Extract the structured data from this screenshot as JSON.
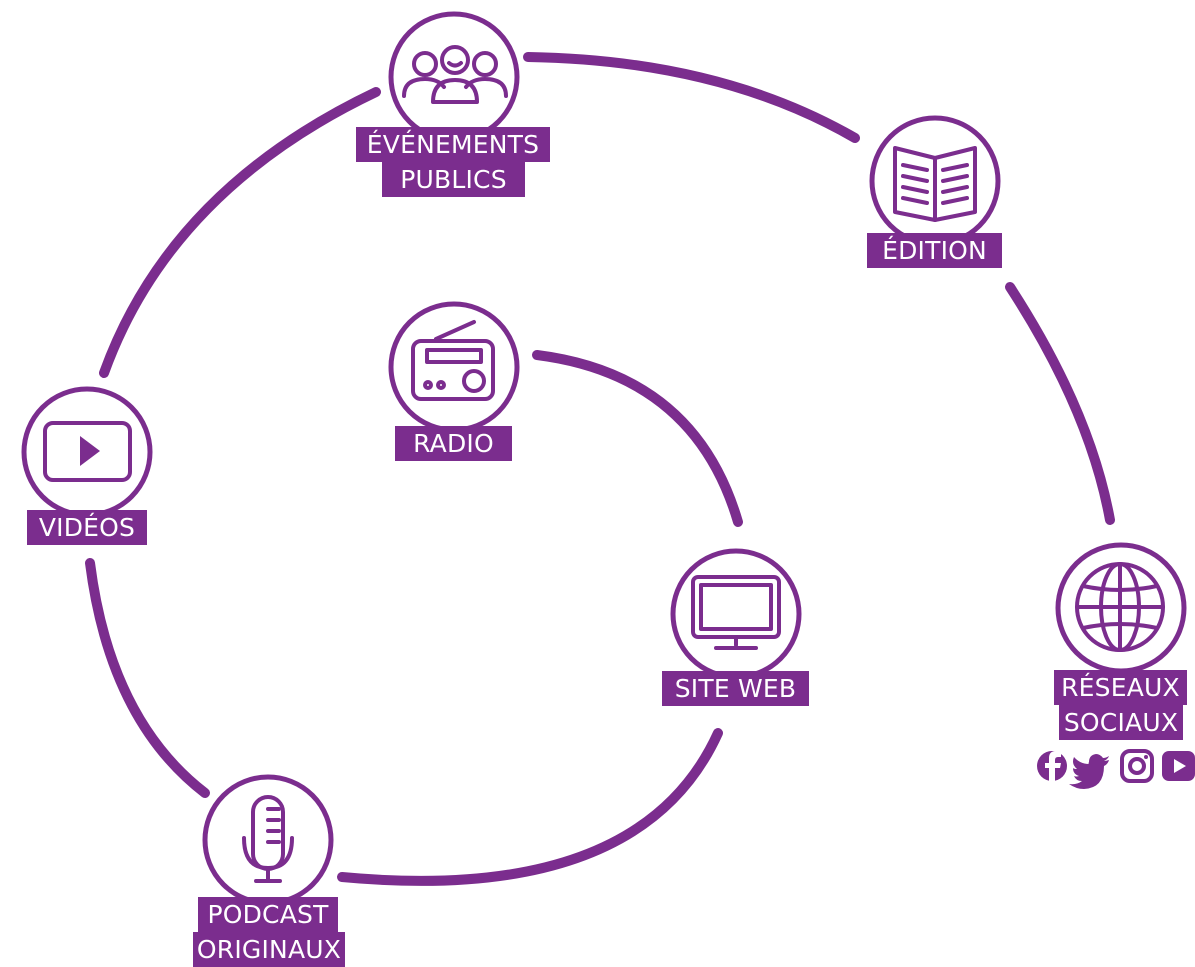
{
  "colors": {
    "accent": "#7b2d8e",
    "label_text": "#ffffff",
    "background": "#ffffff"
  },
  "nodes": [
    {
      "id": "evenements",
      "icon": "people-group-icon",
      "lines": [
        "ÉVÉNEMENTS",
        "PUBLICS"
      ]
    },
    {
      "id": "edition",
      "icon": "open-book-icon",
      "lines": [
        "ÉDITION"
      ]
    },
    {
      "id": "radio",
      "icon": "radio-icon",
      "lines": [
        "RADIO"
      ]
    },
    {
      "id": "videos",
      "icon": "video-play-icon",
      "lines": [
        "VIDÉOS"
      ]
    },
    {
      "id": "site-web",
      "icon": "monitor-icon",
      "lines": [
        "SITE WEB"
      ]
    },
    {
      "id": "reseaux",
      "icon": "globe-icon",
      "lines": [
        "RÉSEAUX",
        "SOCIAUX"
      ]
    },
    {
      "id": "podcast",
      "icon": "microphone-icon",
      "lines": [
        "PODCAST",
        "ORIGINAUX"
      ]
    }
  ],
  "social_icons": [
    "facebook-icon",
    "twitter-icon",
    "instagram-icon",
    "youtube-icon"
  ]
}
